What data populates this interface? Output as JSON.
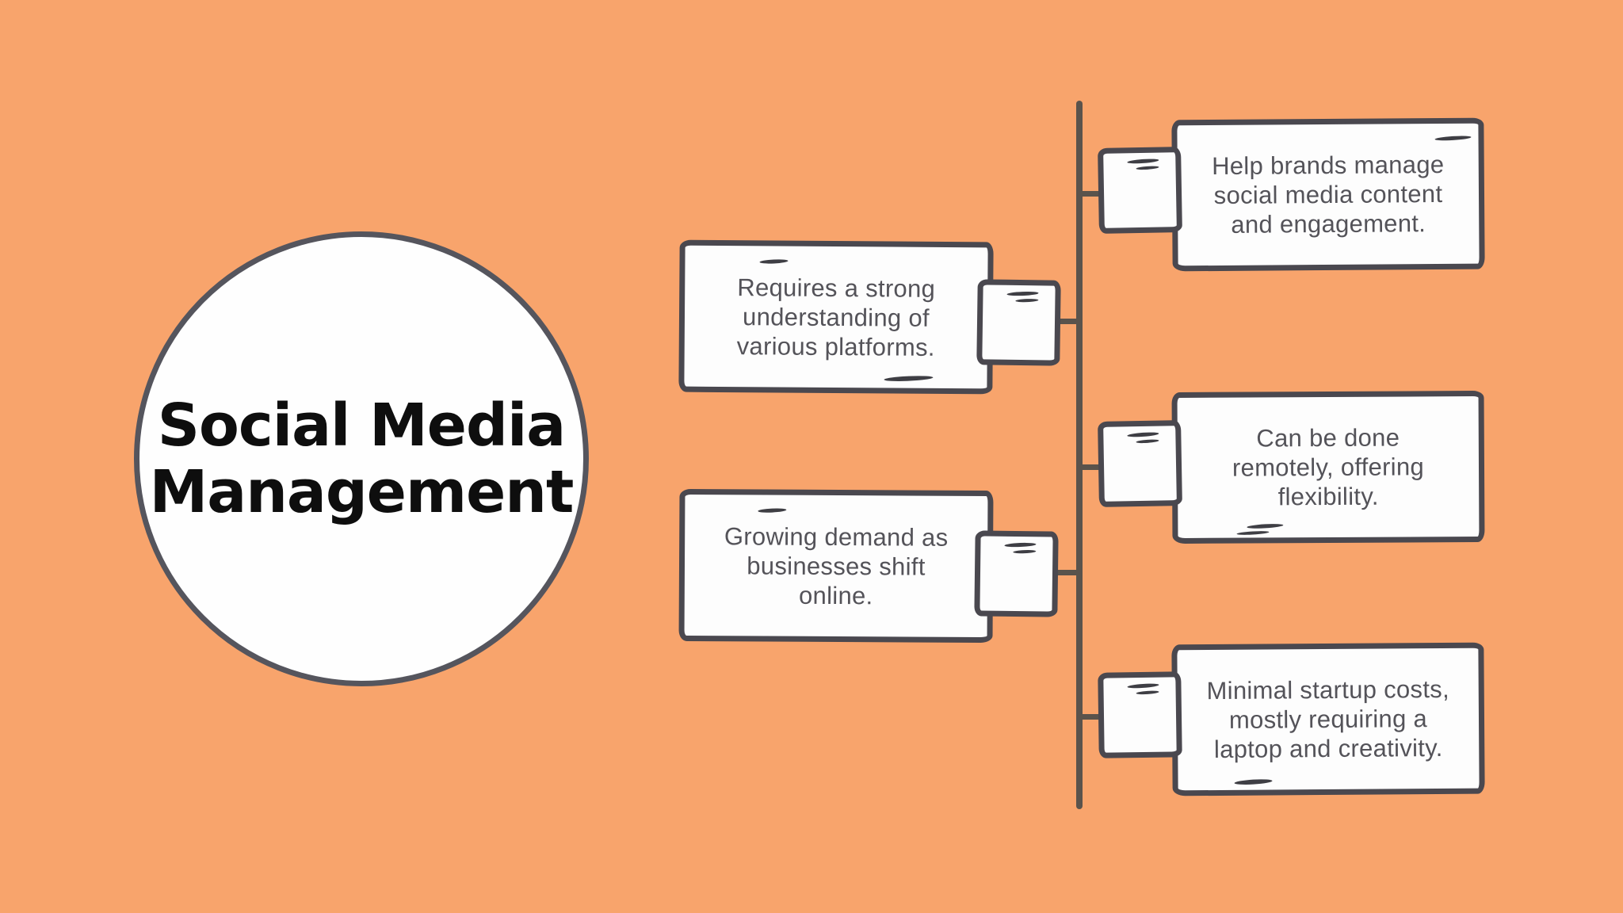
{
  "palette": {
    "bg": "#F8A46C",
    "box_fill": "#FDFDFD",
    "box_border": "#4A484F",
    "spine_line": "#5A534C",
    "body_text": "#545359",
    "title_text": "#0E0E0E",
    "circle_border": "#55555D"
  },
  "center": {
    "title": "Social Media\nManagement"
  },
  "branches": [
    {
      "id": "help-brands",
      "side": "right",
      "text": "Help brands manage\nsocial media content\nand engagement."
    },
    {
      "id": "platform-understanding",
      "side": "left",
      "text": "Requires a strong\nunderstanding of\nvarious platforms."
    },
    {
      "id": "remote-flexibility",
      "side": "right",
      "text": "Can be done\nremotely, offering\nflexibility."
    },
    {
      "id": "growing-demand",
      "side": "left",
      "text": "Growing demand as\nbusinesses shift\nonline."
    },
    {
      "id": "minimal-costs",
      "side": "right",
      "text": "Minimal startup costs,\nmostly requiring a\nlaptop and creativity."
    }
  ]
}
